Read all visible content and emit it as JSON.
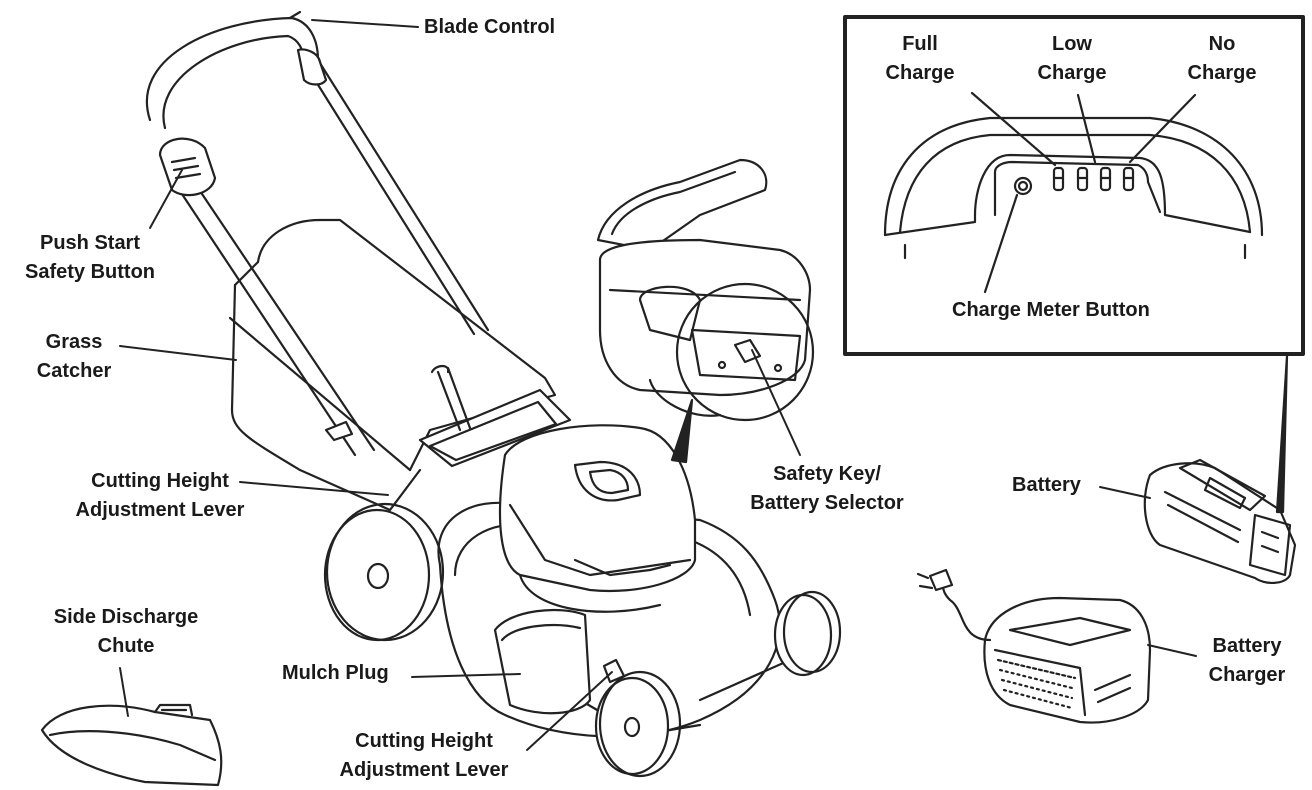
{
  "labels": {
    "blade_control": "Blade Control",
    "push_start_1": "Push Start",
    "push_start_2": "Safety Button",
    "grass_catcher_1": "Grass",
    "grass_catcher_2": "Catcher",
    "cutting_height_1": "Cutting Height",
    "cutting_height_2": "Adjustment Lever",
    "side_discharge_1": "Side Discharge",
    "side_discharge_2": "Chute",
    "mulch_plug": "Mulch Plug",
    "cutting_height_lower_1": "Cutting Height",
    "cutting_height_lower_2": "Adjustment Lever",
    "safety_key_1": "Safety Key/",
    "safety_key_2": "Battery Selector",
    "battery": "Battery",
    "battery_charger_1": "Battery",
    "battery_charger_2": "Charger"
  },
  "inset": {
    "full_charge_1": "Full",
    "full_charge_2": "Charge",
    "low_charge_1": "Low",
    "low_charge_2": "Charge",
    "no_charge_1": "No",
    "no_charge_2": "Charge",
    "charge_meter_button": "Charge Meter Button"
  },
  "colors": {
    "ink": "#1a1a1a",
    "line": "#222222",
    "background": "#ffffff"
  }
}
